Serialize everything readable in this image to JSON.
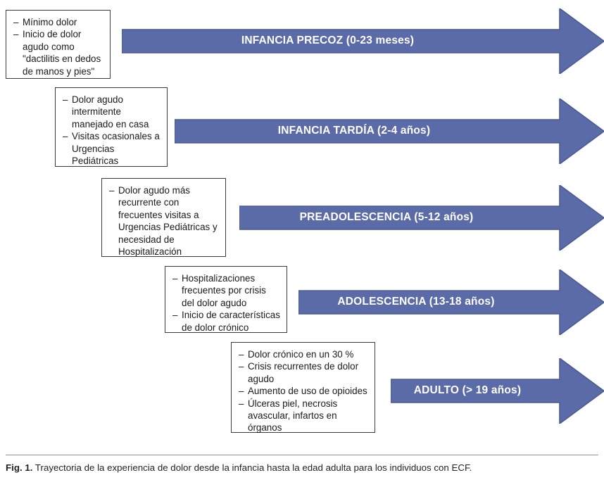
{
  "figure": {
    "colors": {
      "arrow_fill": "#5b6ba8",
      "arrow_stroke": "#4a5a95",
      "box_border": "#3b3b3b",
      "text": "#1a1a1a",
      "arrow_label": "#ffffff",
      "rule": "#8d8d8d",
      "background": "#ffffff"
    },
    "stages": [
      {
        "id": "infancia-precoz",
        "arrow_label": "INFANCIA PRECOZ (0-23 meses)",
        "note_items": [
          "Mínimo dolor",
          "Inicio de dolor agudo como \"dactilitis en dedos de manos y pies\""
        ]
      },
      {
        "id": "infancia-tardia",
        "arrow_label": "INFANCIA TARDÍA (2-4 años)",
        "note_items": [
          "Dolor agudo intermitente manejado en casa",
          "Visitas ocasionales a Urgencias Pediátricas"
        ]
      },
      {
        "id": "preadolescencia",
        "arrow_label": "PREADOLESCENCIA (5-12 años)",
        "note_items": [
          "Dolor agudo más recurrente con frecuentes visitas a Urgencias Pediátricas y necesidad de Hospitalización"
        ]
      },
      {
        "id": "adolescencia",
        "arrow_label": "ADOLESCENCIA (13-18 años)",
        "note_items": [
          "Hospitalizaciones frecuentes por crisis del dolor agudo",
          "Inicio de características de dolor crónico"
        ]
      },
      {
        "id": "adulto",
        "arrow_label": "ADULTO (> 19 años)",
        "note_items": [
          "Dolor crónico en un 30 %",
          "Crisis recurrentes de dolor agudo",
          "Aumento de uso de opioides",
          "Úlceras piel, necrosis avascular, infartos en órganos"
        ]
      }
    ],
    "bullet_dash": "–"
  },
  "caption": {
    "label": "Fig. 1.",
    "text": "Trayectoria de la experiencia de dolor desde la infancia hasta la edad adulta para los individuos con ECF."
  }
}
